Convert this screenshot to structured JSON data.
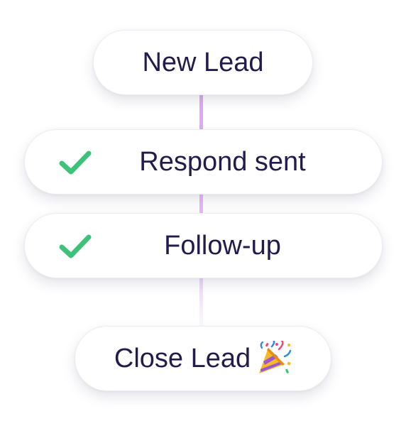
{
  "flow": {
    "steps": [
      {
        "label": "New Lead",
        "completed": false
      },
      {
        "label": "Respond sent",
        "completed": true,
        "icon": "check-icon"
      },
      {
        "label": "Follow-up",
        "completed": true,
        "icon": "check-icon"
      },
      {
        "label": "Close Lead",
        "completed": false,
        "icon": "party-popper-icon"
      }
    ]
  },
  "colors": {
    "text": "#211c4c",
    "check": "#3ec27a",
    "connector": "#e0a8f7",
    "card_background": "#ffffff"
  }
}
